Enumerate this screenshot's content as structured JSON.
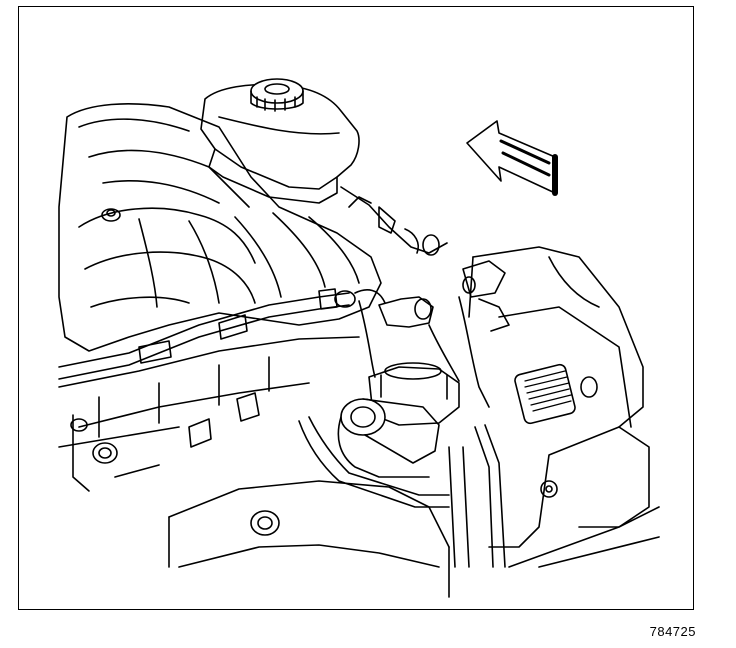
{
  "figure": {
    "id": "784725",
    "subject": "engine-top-view-line-drawing",
    "arrow_direction": "front-of-vehicle",
    "colors": {
      "line": "#000000",
      "background": "#ffffff"
    }
  }
}
